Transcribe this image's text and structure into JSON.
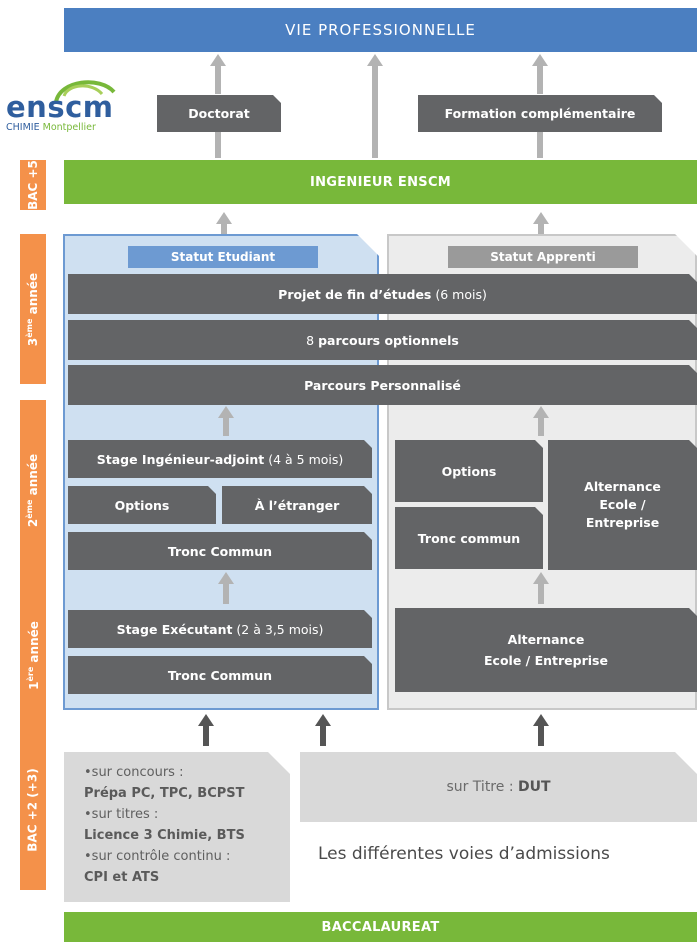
{
  "top_bar": "VIE PROFESSIONNELLE",
  "logo": {
    "word": "enscm",
    "caption_a": "CHIMIE",
    "caption_b": "Montpellier"
  },
  "doctorat": "Doctorat",
  "formation": "Formation complémentaire",
  "ingenieur": "INGENIEUR ENSCM",
  "side_labels": {
    "bac5": "BAC +5",
    "y3_num": "3",
    "y3_sup": "ème",
    "y3_word": "année",
    "y2_num": "2",
    "y2_sup": "ème",
    "y2_word": "année",
    "y1_num": "1",
    "y1_sup": "ère",
    "y1_word": "année",
    "bac2": "BAC +2 (+3)"
  },
  "statut_etudiant": "Statut Etudiant",
  "statut_apprenti": "Statut Apprenti",
  "projet": {
    "bold": "Projet de fin d’études",
    "normal": " (6 mois)"
  },
  "parcours": {
    "num": "8 ",
    "bold": "parcours optionnels"
  },
  "personnalise": "Parcours Personnalisé",
  "student": {
    "stage_ing": {
      "bold": "Stage Ingénieur-adjoint",
      "normal": "  (4 à 5 mois)"
    },
    "options": "Options",
    "etranger": "À l’étranger",
    "tronc2": "Tronc Commun",
    "stage_exec": {
      "bold": "Stage Exécutant",
      "normal": " (2 à 3,5 mois)"
    },
    "tronc1": "Tronc Commun"
  },
  "apprenti": {
    "options": "Options",
    "tronc": "Tronc commun",
    "alternance2": [
      "Alternance",
      "Ecole /",
      "Entreprise"
    ],
    "alternance1": [
      "Alternance",
      "Ecole / Entreprise"
    ]
  },
  "admission": {
    "b1": "•sur concours :",
    "b1_val": "Prépa PC, TPC, BCPST",
    "b2": "•sur titres :",
    "b2_val": "Licence 3 Chimie, BTS",
    "b3": "•sur contrôle continu :",
    "b3_val": "CPI et ATS"
  },
  "titre": {
    "normal": "sur Titre : ",
    "bold": "DUT"
  },
  "voies": "Les différentes voies d’admissions",
  "bac": "BACCALAUREAT",
  "colors": {
    "blue": "#4b7fc1",
    "green": "#78b83a",
    "orange": "#f4914a",
    "dark": "#636466"
  }
}
